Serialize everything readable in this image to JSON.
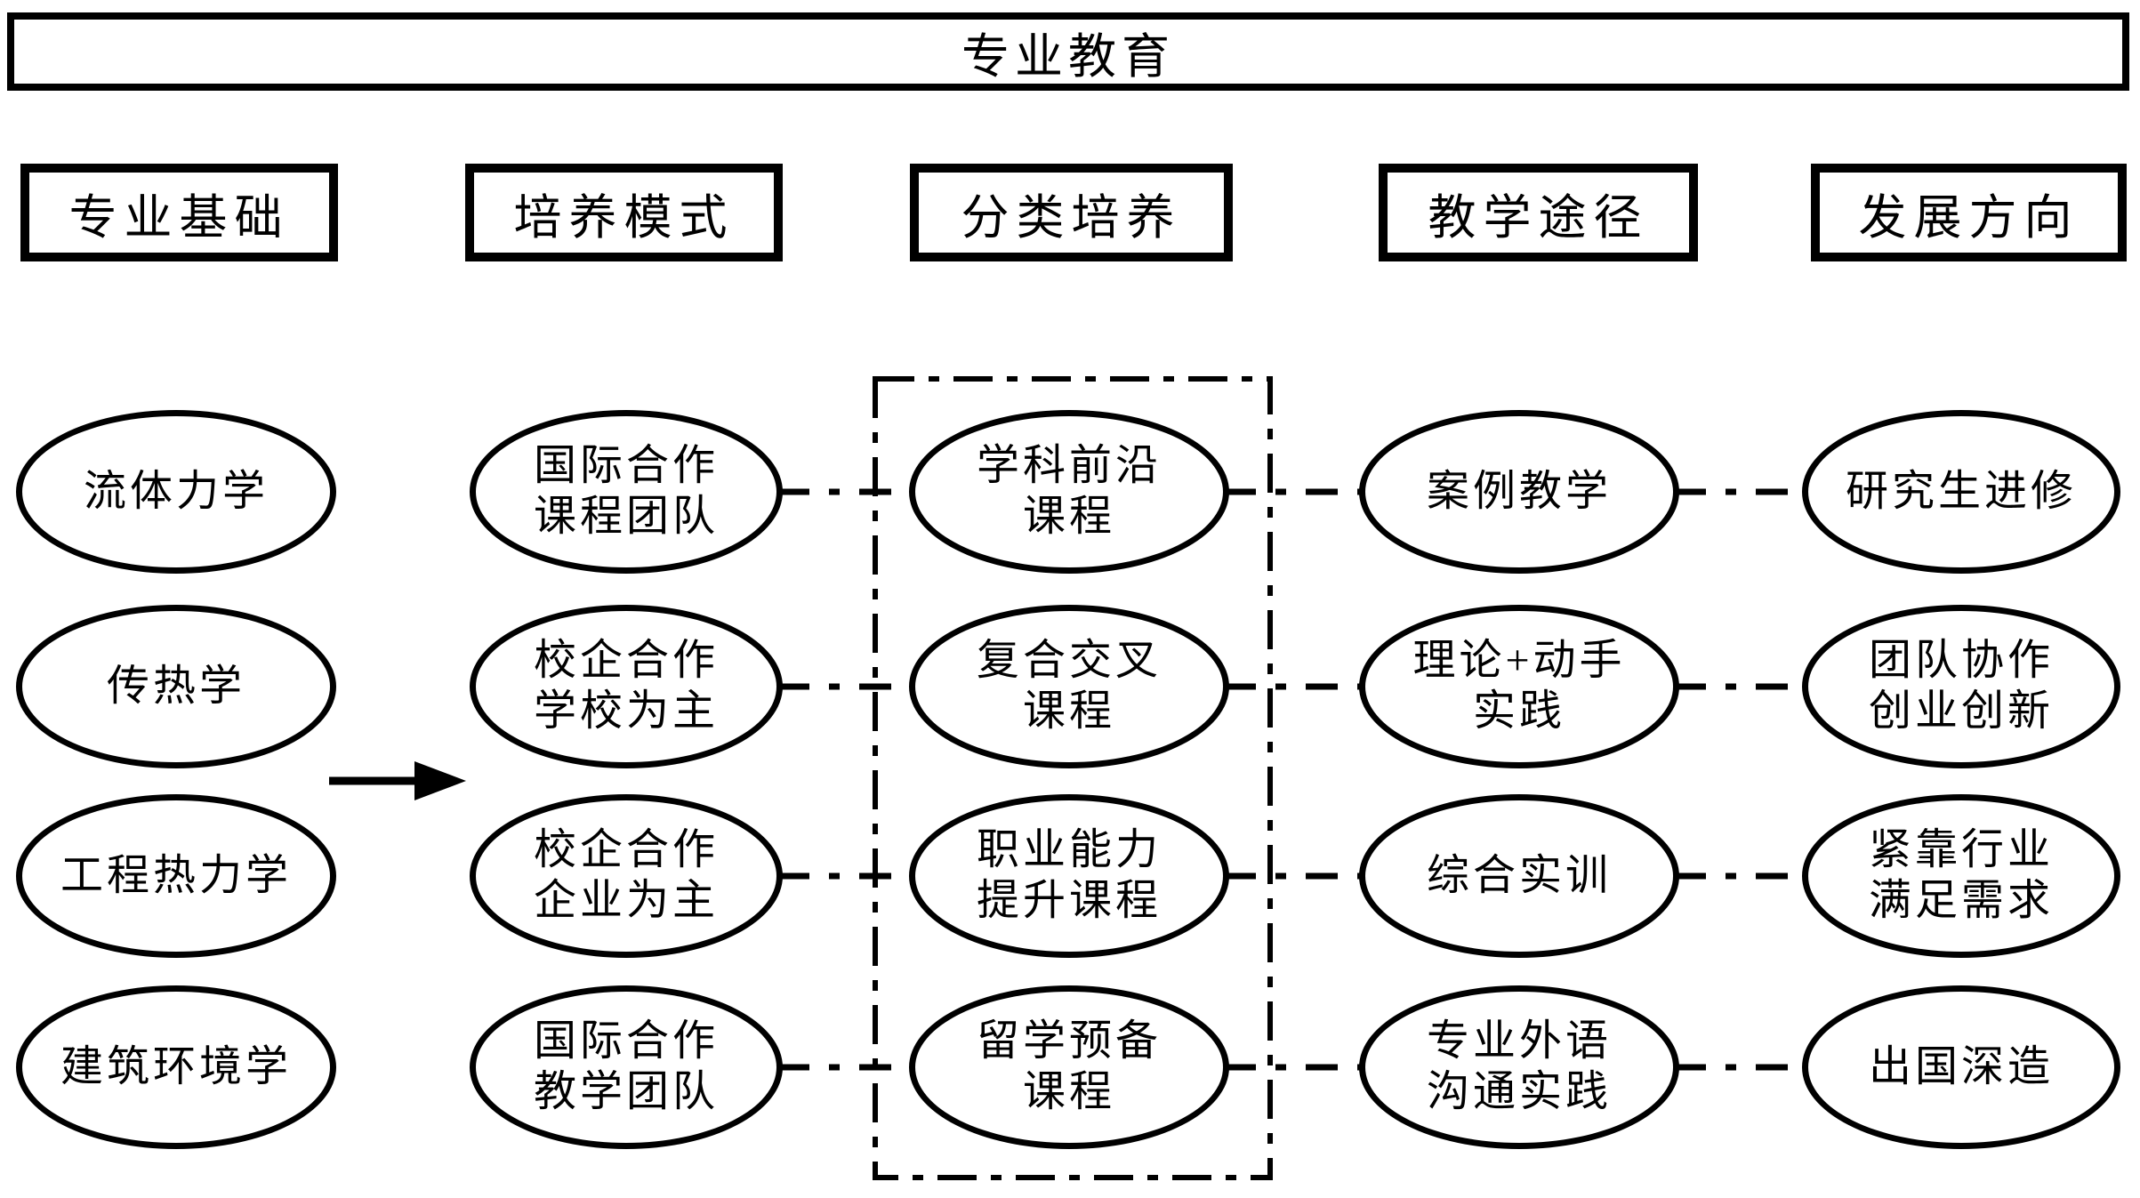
{
  "banner_title": "专业教育",
  "columns": [
    {
      "header": "专业基础",
      "nodes": [
        "流体力学",
        "传热学",
        "工程热力学",
        "建筑环境学"
      ]
    },
    {
      "header": "培养模式",
      "nodes": [
        "国际合作\n课程团队",
        "校企合作\n学校为主",
        "校企合作\n企业为主",
        "国际合作\n教学团队"
      ]
    },
    {
      "header": "分类培养",
      "nodes": [
        "学科前沿\n课程",
        "复合交叉\n课程",
        "职业能力\n提升课程",
        "留学预备\n课程"
      ]
    },
    {
      "header": "教学途径",
      "nodes": [
        "案例教学",
        "理论+动手\n实践",
        "综合实训",
        "专业外语\n沟通实践"
      ]
    },
    {
      "header": "发展方向",
      "nodes": [
        "研究生进修",
        "团队协作\n创业创新",
        "紧靠行业\n满足需求",
        "出国深造"
      ]
    }
  ],
  "colors": {
    "ink": "#000000",
    "paper": "#ffffff"
  }
}
